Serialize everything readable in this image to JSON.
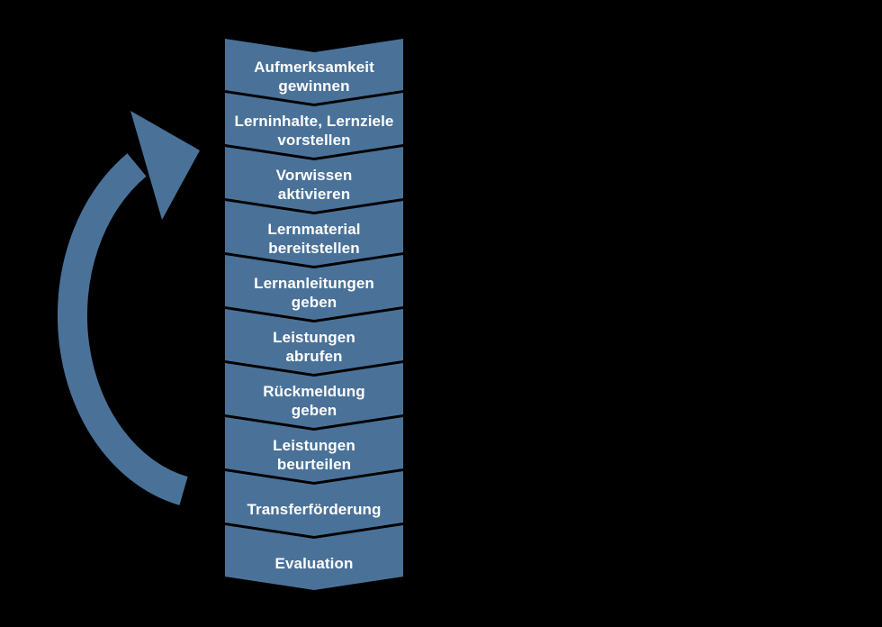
{
  "colors": {
    "background": "#000000",
    "accent": "#4A7299",
    "text": "#FFFFFF"
  },
  "diagram": {
    "type": "process-cycle",
    "steps": [
      {
        "label": "Aufmerksamkeit gewinnen",
        "lines": [
          "Aufmerksamkeit",
          "gewinnen"
        ]
      },
      {
        "label": "Lerninhalte, Lernziele vorstellen",
        "lines": [
          "Lerninhalte, Lernziele",
          "vorstellen"
        ]
      },
      {
        "label": "Vorwissen aktivieren",
        "lines": [
          "Vorwissen",
          "aktivieren"
        ]
      },
      {
        "label": "Lernmaterial bereitstellen",
        "lines": [
          "Lernmaterial",
          "bereitstellen"
        ]
      },
      {
        "label": "Lernanleitungen geben",
        "lines": [
          "Lernanleitungen",
          "geben"
        ]
      },
      {
        "label": "Leistungen abrufen",
        "lines": [
          "Leistungen",
          "abrufen"
        ]
      },
      {
        "label": "Rückmeldung geben",
        "lines": [
          "Rückmeldung",
          "geben"
        ]
      },
      {
        "label": "Leistungen beurteilen",
        "lines": [
          "Leistungen",
          "beurteilen"
        ]
      },
      {
        "label": "Transferförderung",
        "lines": [
          "Transferförderung"
        ]
      },
      {
        "label": "Evaluation",
        "lines": [
          "Evaluation"
        ]
      }
    ],
    "arrow": {
      "icon": "curved-cycle-arrow-icon"
    }
  }
}
